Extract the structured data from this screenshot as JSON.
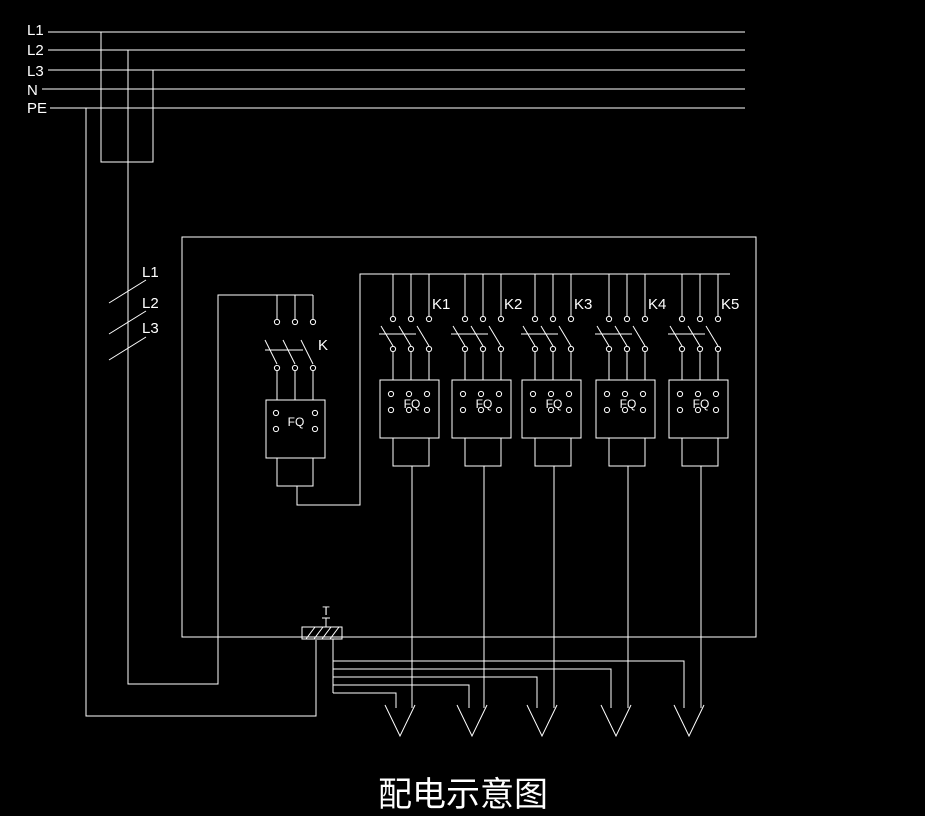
{
  "caption": "配电示意图",
  "colors": {
    "background": "#000000",
    "line": "#ffffff"
  },
  "bus_labels": [
    "L1",
    "L2",
    "L3",
    "N",
    "PE"
  ],
  "cable_labels": [
    "L1",
    "L2",
    "L3"
  ],
  "main_switch": {
    "label": "K",
    "breaker_label": "FQ"
  },
  "branches": [
    {
      "label": "K1",
      "breaker_label": "FQ"
    },
    {
      "label": "K2",
      "breaker_label": "FQ"
    },
    {
      "label": "K3",
      "breaker_label": "FQ"
    },
    {
      "label": "K4",
      "breaker_label": "FQ"
    },
    {
      "label": "K5",
      "breaker_label": "FQ"
    }
  ],
  "terminal_label": "T"
}
